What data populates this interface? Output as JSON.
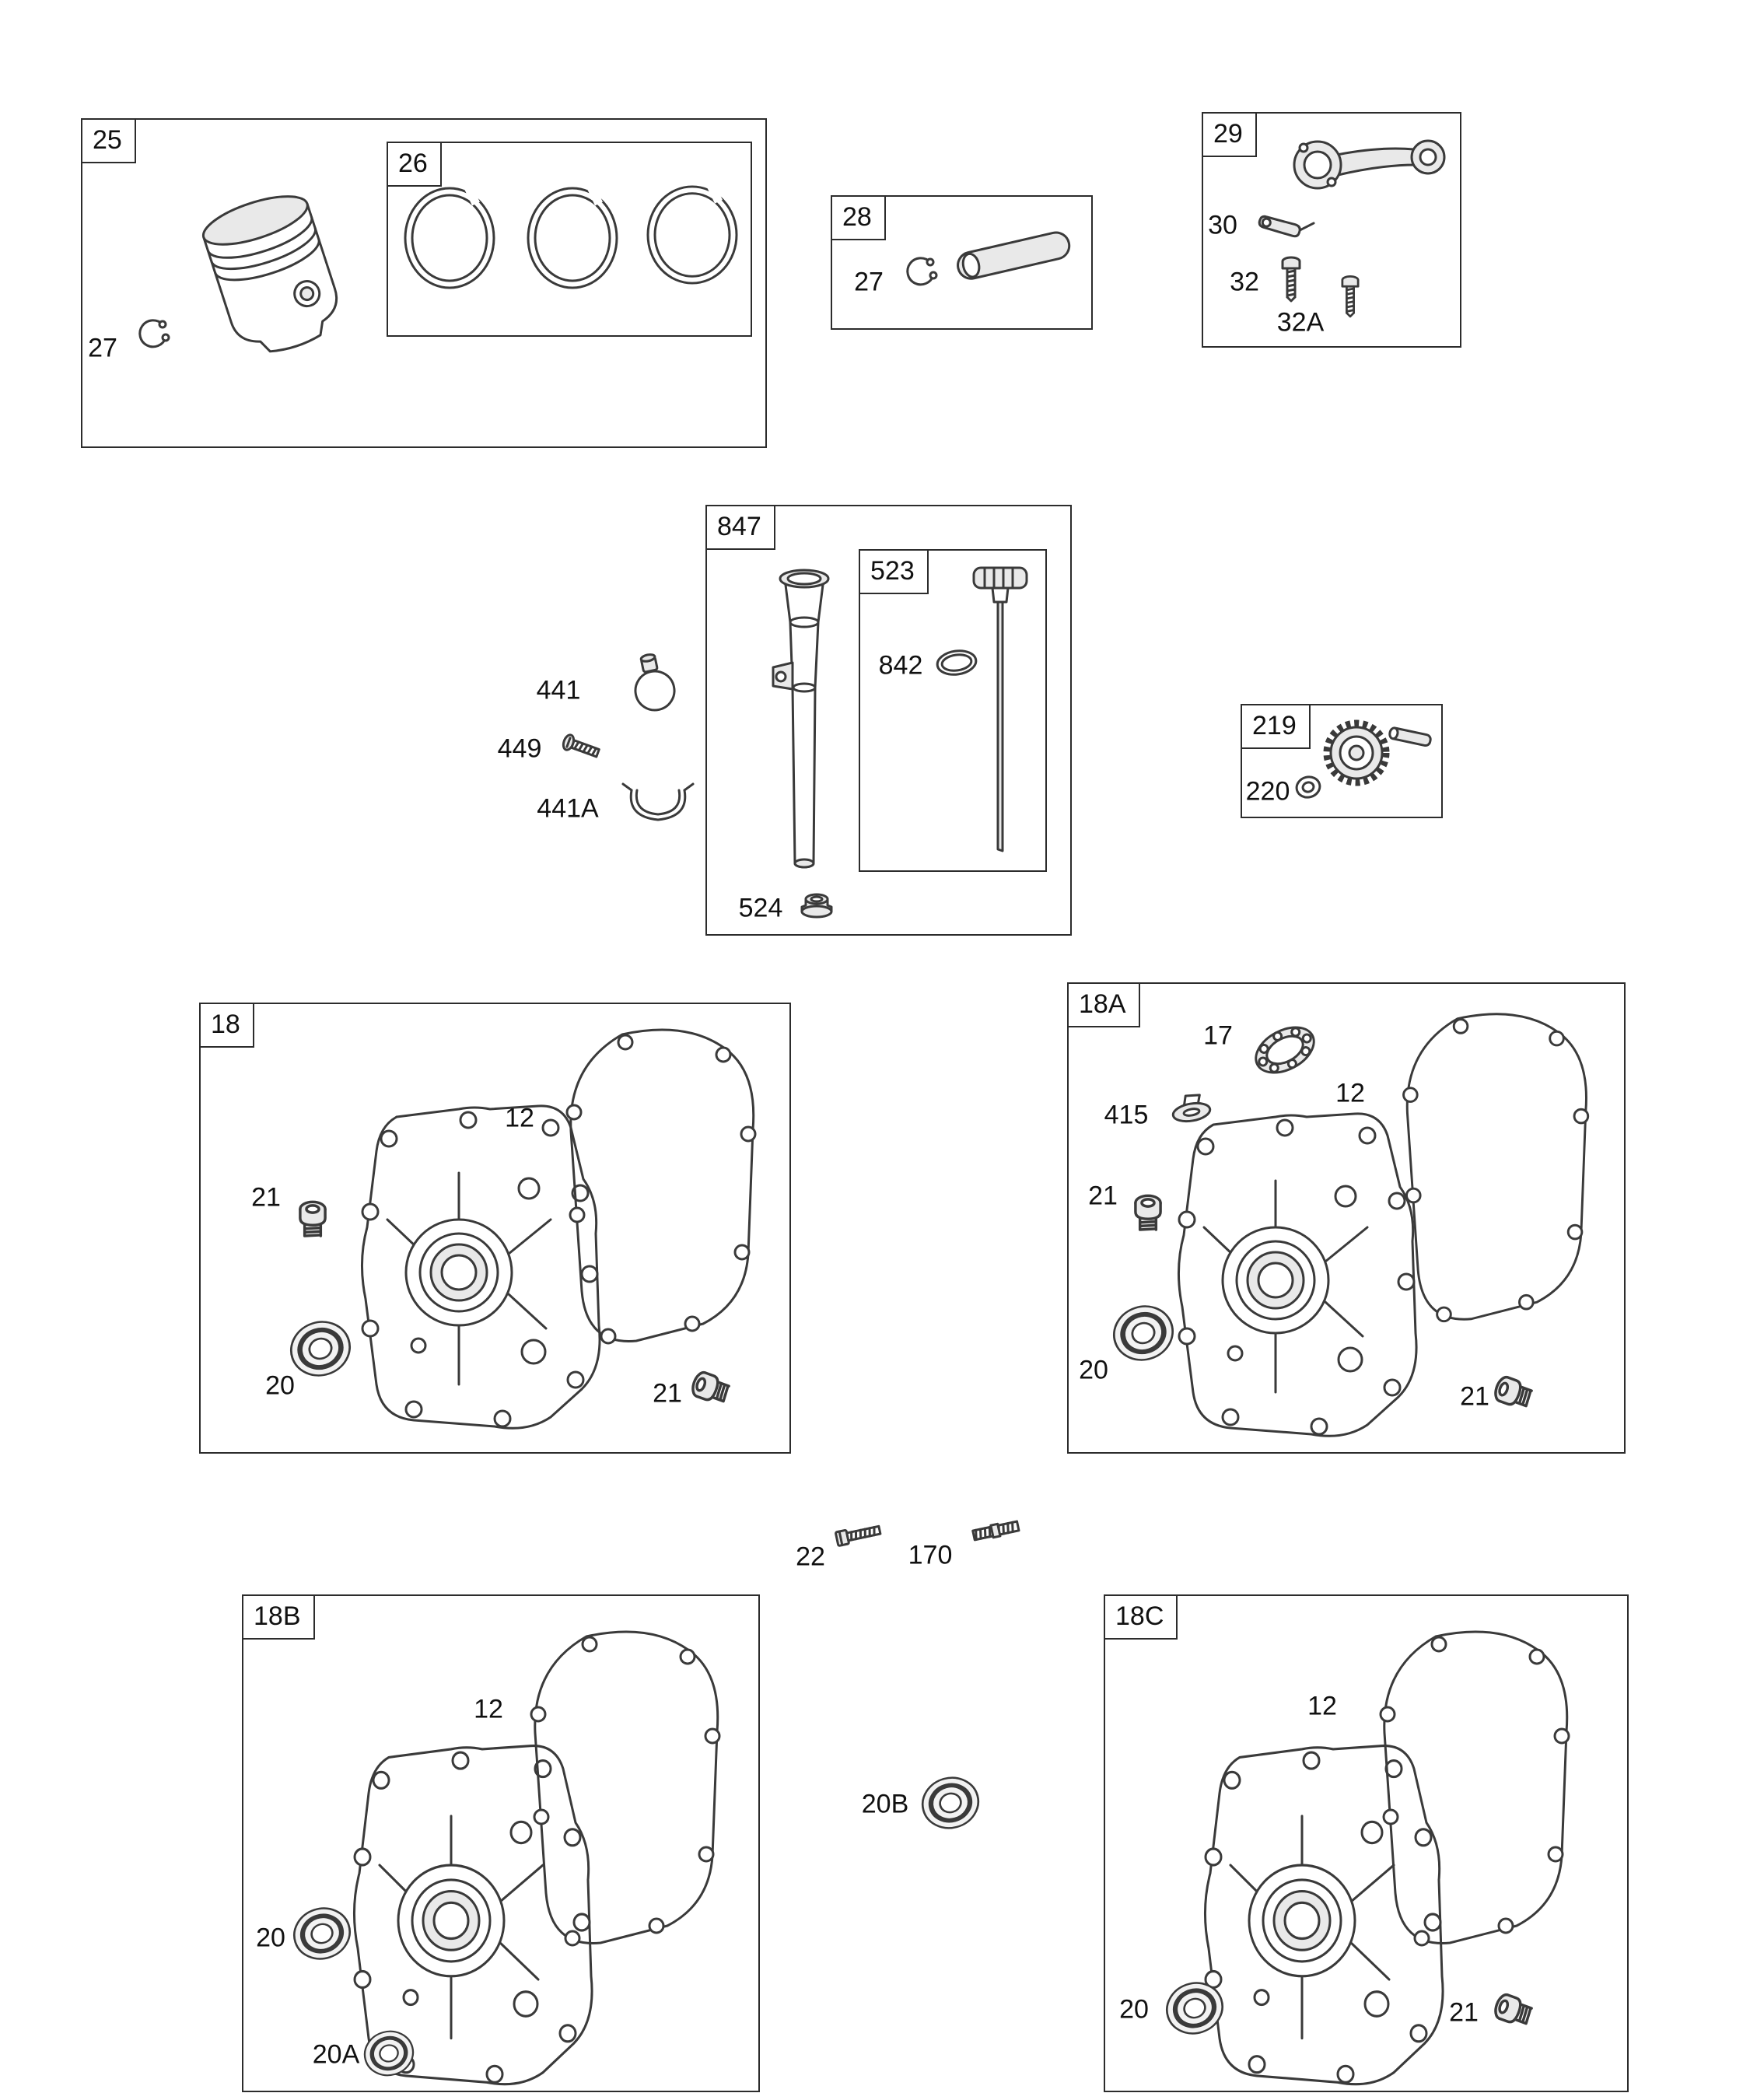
{
  "groups": {
    "g25": "25",
    "g26": "26",
    "g28": "28",
    "g29": "29",
    "g847": "847",
    "g523": "523",
    "g219": "219",
    "g18": "18",
    "g18A": "18A",
    "g18B": "18B",
    "g18C": "18C"
  },
  "labels": {
    "p27_piston": "27",
    "p27_pin": "27",
    "p30": "30",
    "p32": "32",
    "p32A": "32A",
    "p441": "441",
    "p449": "449",
    "p441A": "441A",
    "p842": "842",
    "p524": "524",
    "p220": "220",
    "p12_18": "12",
    "p21_18_upper": "21",
    "p20_18": "20",
    "p21_18_lower": "21",
    "p17": "17",
    "p415": "415",
    "p12_18A": "12",
    "p21_18A_upper": "21",
    "p20_18A": "20",
    "p21_18A_lower": "21",
    "p22": "22",
    "p170": "170",
    "p12_18B": "12",
    "p20_18B": "20",
    "p20A": "20A",
    "p20B": "20B",
    "p12_18C": "12",
    "p20_18C": "20",
    "p21_18C": "21"
  }
}
